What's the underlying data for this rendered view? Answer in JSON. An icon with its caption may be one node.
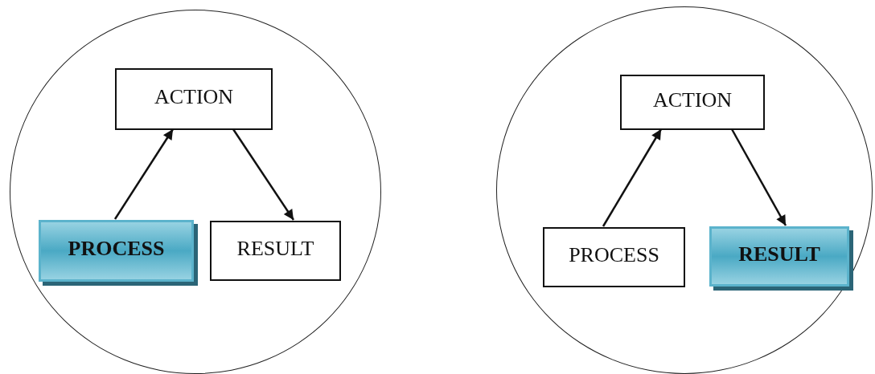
{
  "diagram": {
    "nodes": [
      {
        "text": [],
        "shape": "circle"
      },
      {
        "text": [
          "ACTION"
        ],
        "in": 0
      },
      {
        "text": [
          "PROCESS"
        ],
        "in": 0
      },
      {
        "text": [
          "RESULT"
        ],
        "in": 0
      },
      {
        "text": [],
        "shape": "circle"
      },
      {
        "text": [
          "ACTION"
        ],
        "in": 4
      },
      {
        "text": [
          "PROCESS"
        ],
        "in": 4
      },
      {
        "text": [
          "RESULT"
        ],
        "in": 4
      }
    ],
    "edges": [
      {
        "from": 2,
        "to": 1,
        "arrow": "to"
      },
      {
        "from": 1,
        "to": 3,
        "arrow": "to"
      },
      {
        "from": 6,
        "to": 5,
        "arrow": "to"
      },
      {
        "from": 5,
        "to": 7,
        "arrow": "to"
      }
    ]
  }
}
